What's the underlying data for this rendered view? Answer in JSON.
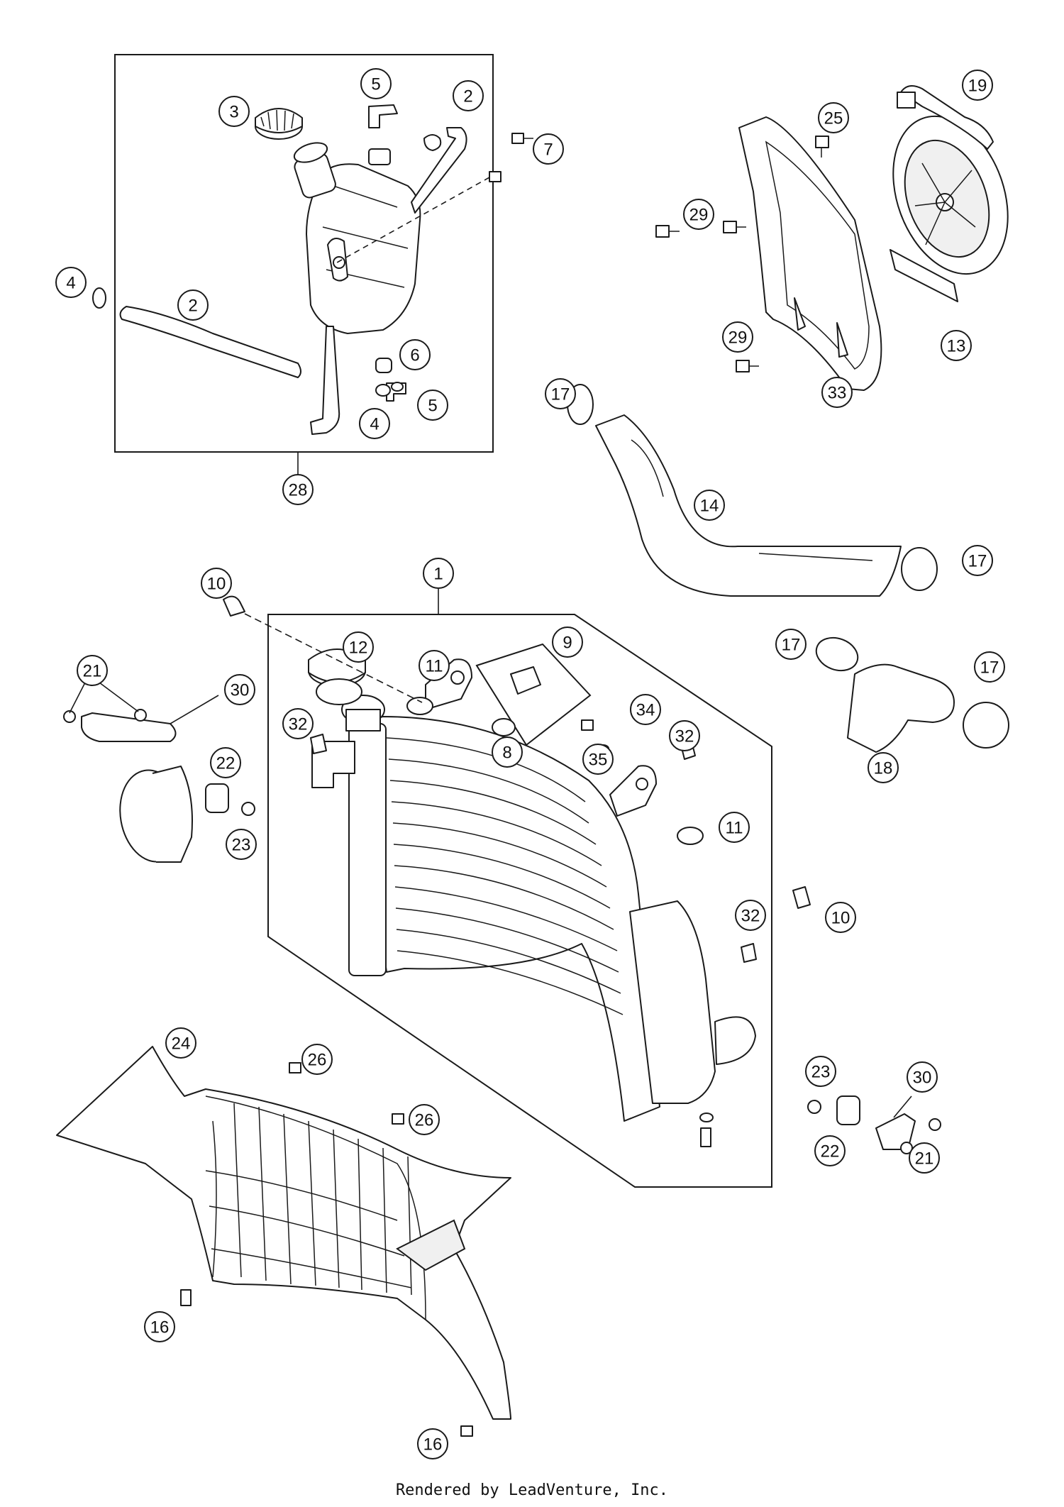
{
  "footer": "Rendered by LeadVenture, Inc.",
  "callouts": [
    {
      "n": "1"
    },
    {
      "n": "2"
    },
    {
      "n": "2"
    },
    {
      "n": "3"
    },
    {
      "n": "4"
    },
    {
      "n": "4"
    },
    {
      "n": "5"
    },
    {
      "n": "5"
    },
    {
      "n": "6"
    },
    {
      "n": "7"
    },
    {
      "n": "8"
    },
    {
      "n": "9"
    },
    {
      "n": "10"
    },
    {
      "n": "10"
    },
    {
      "n": "11"
    },
    {
      "n": "11"
    },
    {
      "n": "12"
    },
    {
      "n": "13"
    },
    {
      "n": "14"
    },
    {
      "n": "16"
    },
    {
      "n": "16"
    },
    {
      "n": "17"
    },
    {
      "n": "17"
    },
    {
      "n": "17"
    },
    {
      "n": "17"
    },
    {
      "n": "18"
    },
    {
      "n": "19"
    },
    {
      "n": "21"
    },
    {
      "n": "21"
    },
    {
      "n": "22"
    },
    {
      "n": "22"
    },
    {
      "n": "23"
    },
    {
      "n": "23"
    },
    {
      "n": "24"
    },
    {
      "n": "25"
    },
    {
      "n": "26"
    },
    {
      "n": "26"
    },
    {
      "n": "28"
    },
    {
      "n": "29"
    },
    {
      "n": "29"
    },
    {
      "n": "30"
    },
    {
      "n": "30"
    },
    {
      "n": "32"
    },
    {
      "n": "32"
    },
    {
      "n": "32"
    },
    {
      "n": "33"
    },
    {
      "n": "34"
    },
    {
      "n": "35"
    }
  ]
}
